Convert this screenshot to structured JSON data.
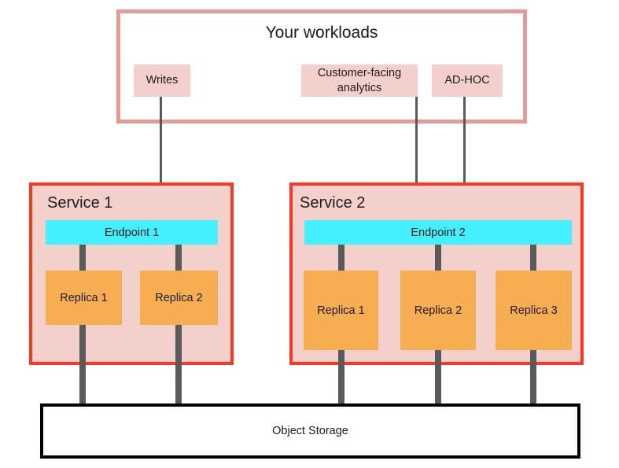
{
  "diagram": {
    "workloads": {
      "title": "Your workloads",
      "border_color": "#e69a98",
      "chips": [
        {
          "label": "Writes",
          "id": "chip-writes"
        },
        {
          "label": "Customer-facing analytics",
          "id": "chip-cfa"
        },
        {
          "label": "AD-HOC",
          "id": "chip-adhoc"
        }
      ]
    },
    "services": [
      {
        "title": "Service 1",
        "border_color": "#fc3824",
        "fill_color": "#f4d0cc",
        "endpoint": {
          "label": "Endpoint 1",
          "color": "#44efff"
        },
        "replicas": [
          {
            "label": "Replica 1",
            "color": "#f6ae50"
          },
          {
            "label": "Replica 2",
            "color": "#f6ae50"
          }
        ]
      },
      {
        "title": "Service 2",
        "border_color": "#fc3824",
        "fill_color": "#f4d0cc",
        "endpoint": {
          "label": "Endpoint 2",
          "color": "#44efff"
        },
        "replicas": [
          {
            "label": "Replica 1",
            "color": "#f6ae50"
          },
          {
            "label": "Replica 2",
            "color": "#f6ae50"
          },
          {
            "label": "Replica 3",
            "color": "#f6ae50"
          }
        ]
      }
    ],
    "storage": {
      "label": "Object Storage",
      "border_color": "#000000"
    },
    "connections": [
      {
        "from": "Writes",
        "to": "Endpoint 1",
        "style": "arrow"
      },
      {
        "from": "Customer-facing analytics",
        "to": "Endpoint 2",
        "style": "arrow"
      },
      {
        "from": "AD-HOC",
        "to": "Endpoint 2",
        "style": "arrow"
      },
      {
        "from": "Endpoint 1",
        "to": "Service 1 / Replica 1",
        "style": "link"
      },
      {
        "from": "Endpoint 1",
        "to": "Service 1 / Replica 2",
        "style": "link"
      },
      {
        "from": "Endpoint 2",
        "to": "Service 2 / Replica 1",
        "style": "link"
      },
      {
        "from": "Endpoint 2",
        "to": "Service 2 / Replica 2",
        "style": "link"
      },
      {
        "from": "Endpoint 2",
        "to": "Service 2 / Replica 3",
        "style": "link"
      },
      {
        "from": "Service 1 / Replica 1",
        "to": "Object Storage",
        "style": "link"
      },
      {
        "from": "Service 1 / Replica 2",
        "to": "Object Storage",
        "style": "link"
      },
      {
        "from": "Service 2 / Replica 1",
        "to": "Object Storage",
        "style": "link"
      },
      {
        "from": "Service 2 / Replica 2",
        "to": "Object Storage",
        "style": "link"
      },
      {
        "from": "Service 2 / Replica 3",
        "to": "Object Storage",
        "style": "link"
      }
    ]
  }
}
